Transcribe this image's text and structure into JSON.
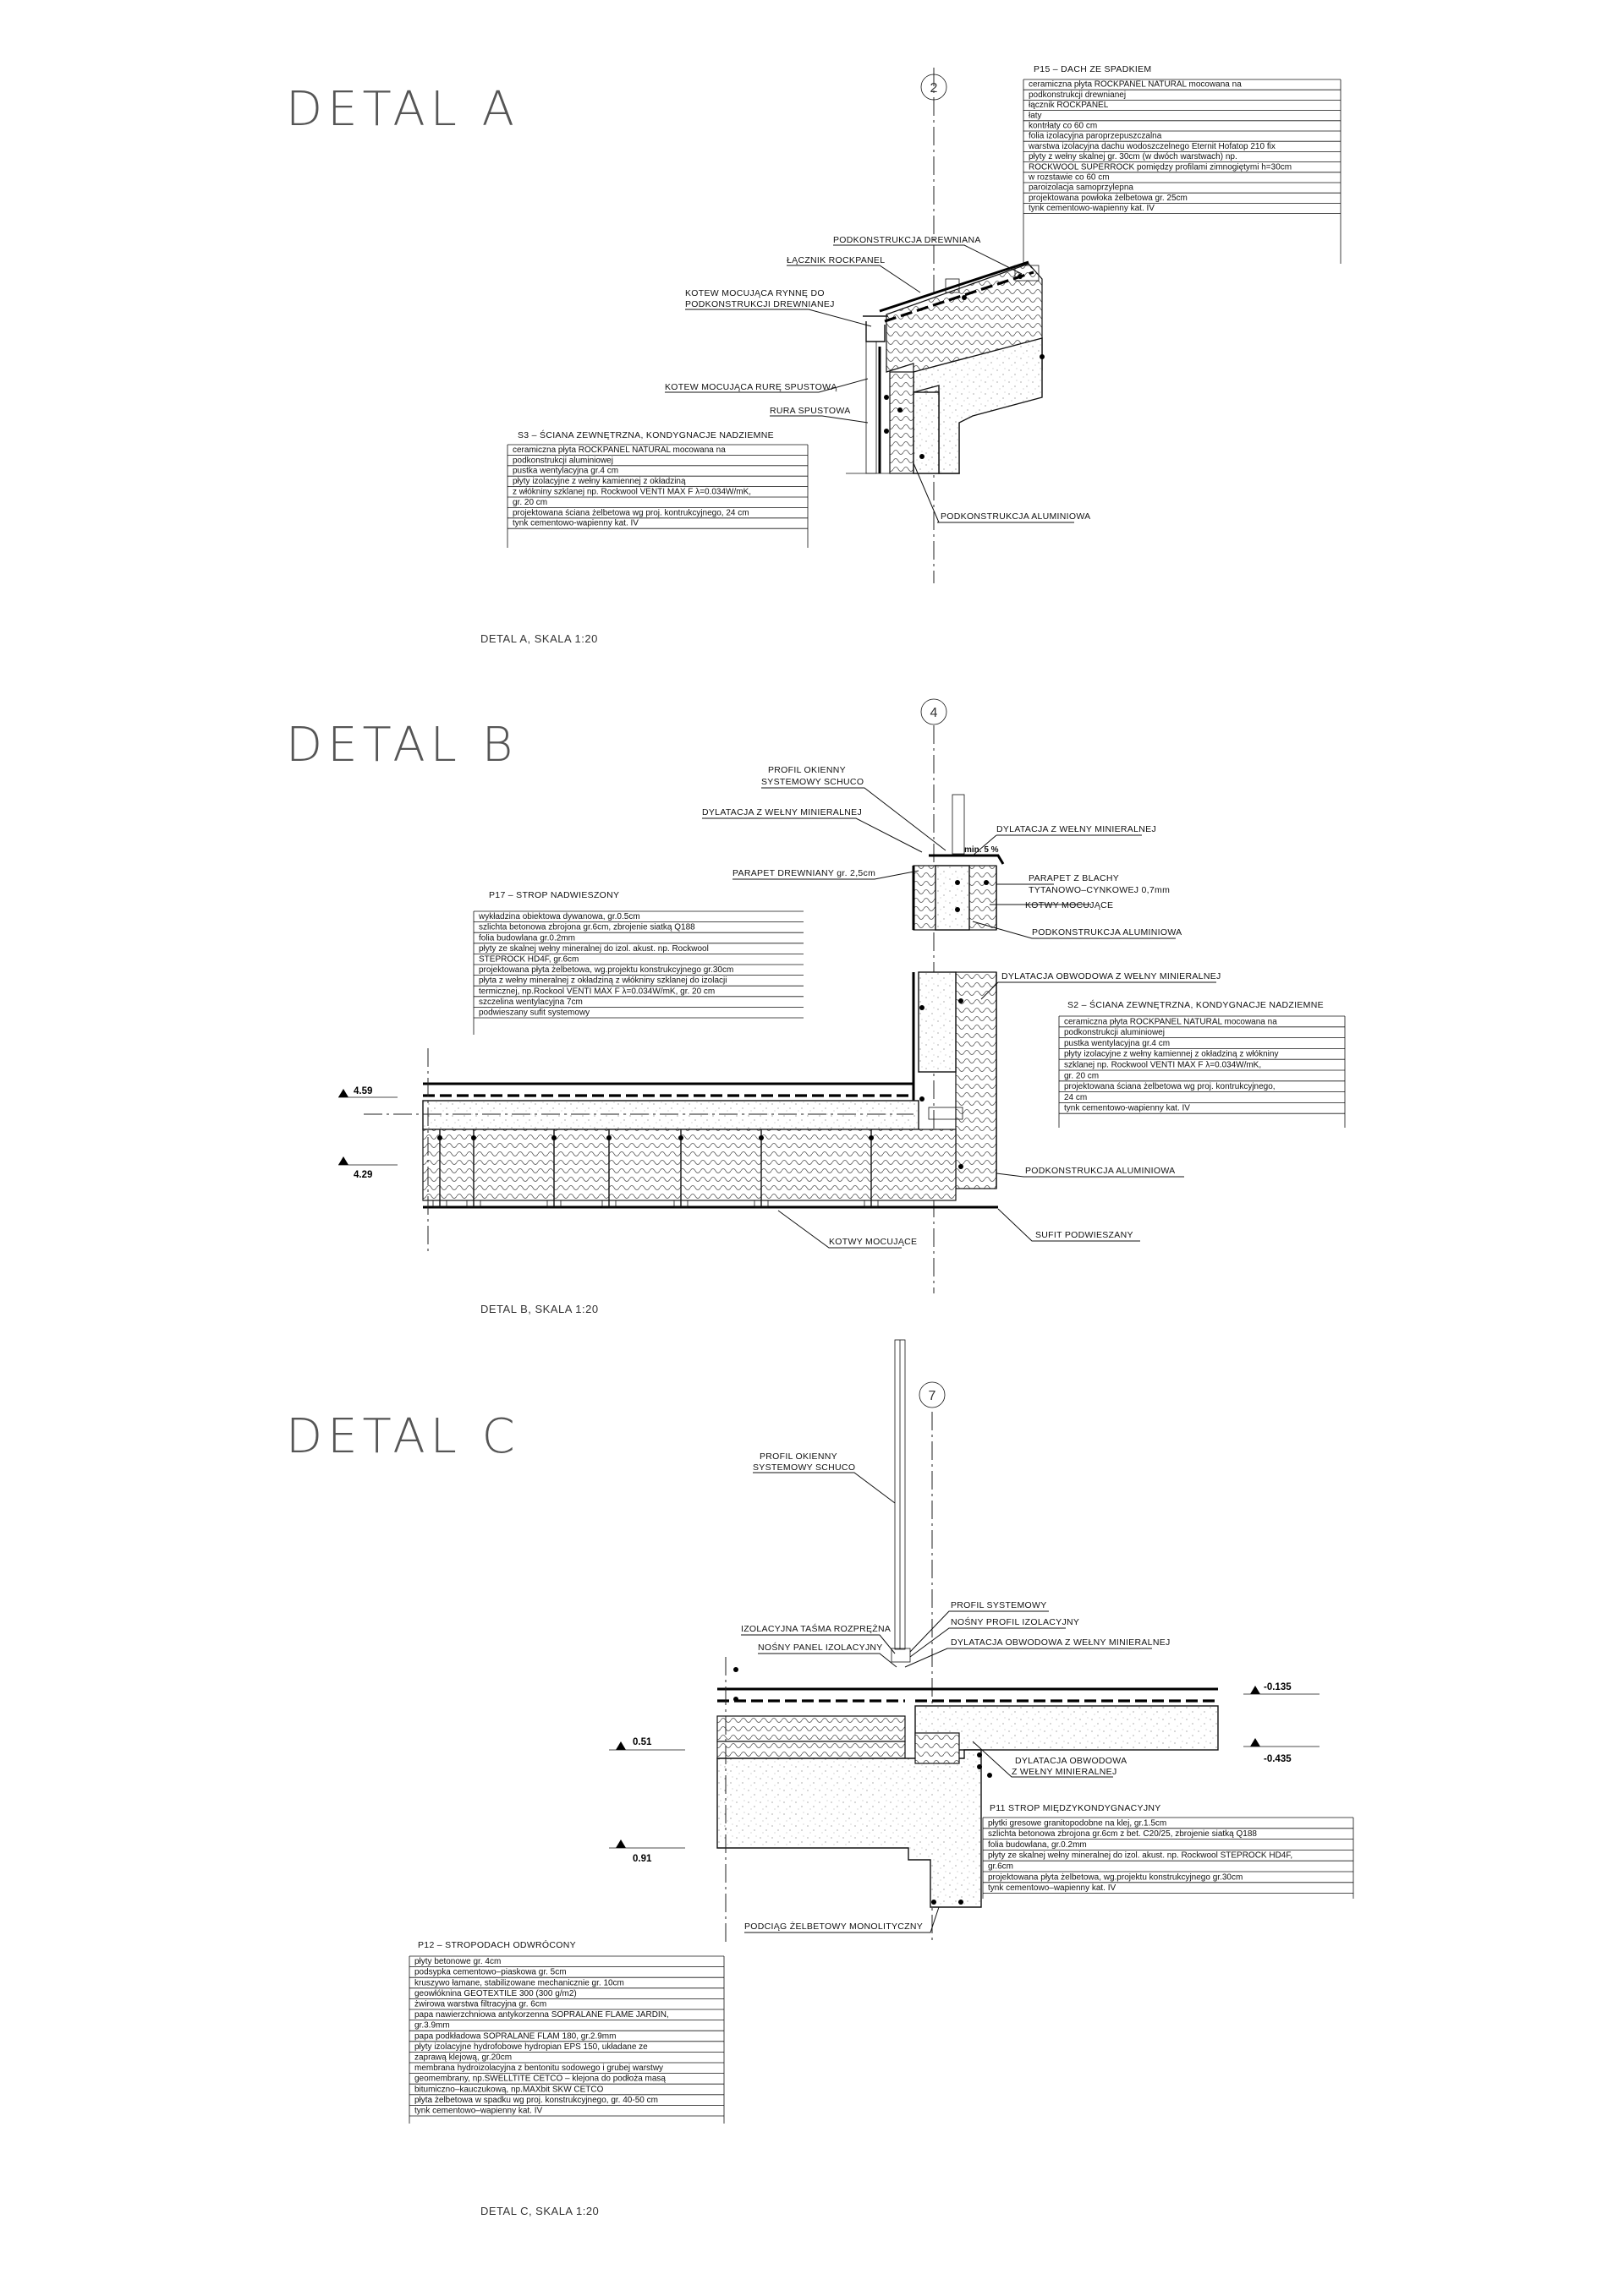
{
  "detail_a": {
    "heading": "DETAL A",
    "caption": "DETAL A, SKALA 1:20",
    "axis_number": "2",
    "layer_table": {
      "title": "P15 – DACH ZE SPADKIEM",
      "rows": [
        "ceramiczna płyta ROCKPANEL NATURAL mocowana na",
        "podkonstrukcji drewnianej",
        "łącznik ROCKPANEL",
        "łaty",
        "kontrłaty co 60 cm",
        "folia izolacyjna paroprzepuszczalna",
        "warstwa izolacyjna dachu wodoszczelnego Eternit Hofatop 210 fix",
        "płyty z wełny skalnej gr. 30cm (w dwóch warstwach) np.",
        "ROCKWOOL SUPERROCK pomiędzy profilami zimnogiętymi h=30cm",
        "w rozstawie co 60 cm",
        "paroizolacja samoprzylepna",
        "projektowana powłoka żelbetowa gr. 25cm",
        "tynk cementowo-wapienny kat. IV"
      ]
    },
    "wall_table": {
      "title": "S3 – ŚCIANA ZEWNĘTRZNA, KONDYGNACJE NADZIEMNE",
      "rows": [
        "ceramiczna płyta ROCKPANEL NATURAL mocowana na",
        "podkonstrukcji aluminiowej",
        "pustka wentylacyjna gr.4 cm",
        "płyty izolacyjne z wełny kamiennej z okładziną",
        "z włókniny szklanej np. Rockwool VENTI MAX F λ=0.034W/mK,",
        "gr. 20 cm",
        "projektowana ściana żelbetowa wg proj. kontrukcyjnego, 24 cm",
        "tynk cementowo-wapienny kat. IV"
      ]
    },
    "labels": {
      "podkonstrukcja_drewniana": "PODKONSTRUKCJA DREWNIANA",
      "lacznik": "ŁĄCZNIK ROCKPANEL",
      "kotew_rynne_1": "KOTEW MOCUJĄCA RYNNĘ DO",
      "kotew_rynne_2": "PODKONSTRUKCJI DREWNIANEJ",
      "kotew_rure": "KOTEW MOCUJĄCA RURĘ SPUSTOWĄ",
      "rura": "RURA SPUSTOWA",
      "podkonstrukcja_alu": "PODKONSTRUKCJA ALUMINIOWA"
    }
  },
  "detail_b": {
    "heading": "DETAL B",
    "caption": "DETAL B, SKALA 1:20",
    "axis_number": "4",
    "floor_table": {
      "title": "P17 – STROP NADWIESZONY",
      "rows": [
        "wykładzina obiektowa dywanowa, gr.0.5cm",
        "szlichta betonowa zbrojona gr.6cm, zbrojenie siatką Q188",
        "folia budowlana gr.0.2mm",
        "płyty ze skalnej wełny mineralnej do izol. akust. np. Rockwool",
        "STEPROCK HD4F, gr.6cm",
        "projektowana płyta żelbetowa, wg.projektu konstrukcyjnego gr.30cm",
        "płyta z wełny mineralnej z okładziną z włókniny szklanej do izolacji",
        "termicznej, np.Rockool VENTI MAX F λ=0.034W/mK, gr. 20 cm",
        "szczelina wentylacyjna 7cm",
        "podwieszany sufit systemowy"
      ]
    },
    "wall_table": {
      "title": "S2 – ŚCIANA ZEWNĘTRZNA, KONDYGNACJE NADZIEMNE",
      "rows": [
        "ceramiczna płyta ROCKPANEL NATURAL mocowana na",
        "podkonstrukcji aluminiowej",
        "pustka wentylacyjna gr.4 cm",
        "płyty izolacyjne z wełny kamiennej z okładziną z włókniny",
        "szklanej np. Rockwool VENTI MAX F λ=0.034W/mK,",
        "gr. 20 cm",
        "projektowana ściana żelbetowa wg proj. kontrukcyjnego,",
        "24 cm",
        "tynk cementowo-wapienny kat. IV"
      ]
    },
    "labels": {
      "profil_1": "PROFIL OKIENNY",
      "profil_2": "SYSTEMOWY SCHUCO",
      "dylatacja_l": "DYLATACJA Z WEŁNY MINIERALNEJ",
      "dylatacja_r": "DYLATACJA Z WEŁNY MINIERALNEJ",
      "slope": "min. 5 %",
      "parapet_drewniany": "PARAPET DREWNIANY gr. 2,5cm",
      "parapet_blachy_1": "PARAPET Z BLACHY",
      "parapet_blachy_2": "TYTANOWO–CYNKOWEJ 0,7mm",
      "kotwy_1": "KOTWY MOCUJĄCE",
      "podkonstrukcja_alu_1": "PODKONSTRUKCJA ALUMINIOWA",
      "dylatacja_obwodowa": "DYLATACJA OBWODOWA Z WEŁNY MINIERALNEJ",
      "podkonstrukcja_alu_2": "PODKONSTRUKCJA ALUMINIOWA",
      "kotwy_2": "KOTWY MOCUJĄCE",
      "sufit": "SUFIT PODWIESZANY"
    },
    "levels": [
      "4.59",
      "4.29"
    ]
  },
  "detail_c": {
    "heading": "DETAL C",
    "caption": "DETAL C, SKALA 1:20",
    "axis_number": "7",
    "floor_table": {
      "title": "P11 STROP MIĘDZYKONDYGNACYJNY",
      "rows": [
        "płytki gresowe granitopodobne na klej, gr.1.5cm",
        "szlichta betonowa zbrojona gr.6cm z bet. C20/25, zbrojenie siatką Q188",
        "folia budowlana, gr.0.2mm",
        "płyty ze skalnej wełny mineralnej do izol. akust. np. Rockwool STEPROCK HD4F,",
        "gr.6cm",
        "projektowana płyta żelbetowa, wg.projektu konstrukcyjnego gr.30cm",
        "tynk cementowo–wapienny kat. IV"
      ]
    },
    "roof_table": {
      "title": "P12 – STROPODACH ODWRÓCONY",
      "rows": [
        "płyty betonowe gr. 4cm",
        "podsypka cementowo–piaskowa gr. 5cm",
        "kruszywo łamane, stabilizowane mechanicznie gr. 10cm",
        "geowłóknina GEOTEXTILE 300 (300 g/m2)",
        "żwirowa warstwa filtracyjna gr. 6cm",
        "papa nawierzchniowa antykorzenna SOPRALANE FLAME JARDIN,",
        "gr.3.9mm",
        "papa podkładowa SOPRALANE FLAM 180, gr.2.9mm",
        "płyty izolacyjne hydrofobowe hydropian EPS 150, układane ze",
        "zaprawą klejową, gr.20cm",
        "membrana hydroizolacyjna z bentonitu sodowego i grubej warstwy",
        "geomembrany, np.SWELLTITE CETCO – klejona do podłoża masą",
        "bitumiczno–kauczukową, np.MAXbit SKW CETCO",
        "płyta żelbetowa w spadku wg proj. konstrukcyjnego, gr. 40-50 cm",
        "tynk cementowo–wapienny kat. IV"
      ]
    },
    "labels": {
      "profil_1": "PROFIL OKIENNY",
      "profil_2": "SYSTEMOWY SCHUCO",
      "profil_systemowy": "PROFIL SYSTEMOWY",
      "izolacyjna_tasma": "IZOLACYJNA TAŚMA ROZPRĘŻNA",
      "nosny_profil": "NOŚNY PROFIL IZOLACYJNY",
      "nosny_panel": "NOŚNY PANEL IZOLACYJNY",
      "dylatacja_obw": "DYLATACJA OBWODOWA Z WEŁNY MINIERALNEJ",
      "dylatacja_obw2_1": "DYLATACJA OBWODOWA",
      "dylatacja_obw2_2": "Z WEŁNY MINIERALNEJ",
      "podciag": "PODCIĄG ŻELBETOWY MONOLITYCZNY"
    },
    "levels": [
      "-0.135",
      "-0.435",
      "0.51",
      "0.91"
    ]
  }
}
